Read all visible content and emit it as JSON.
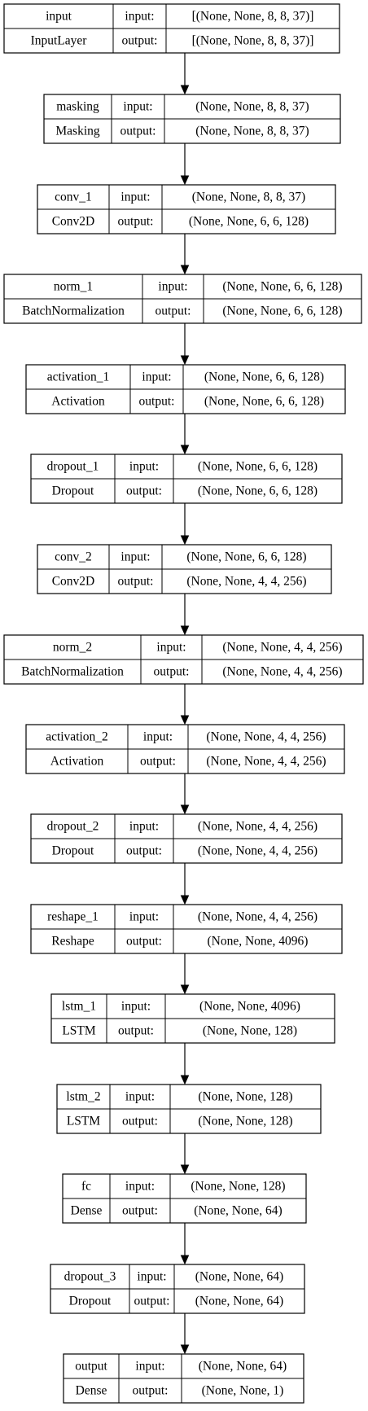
{
  "diagram": {
    "row_labels": {
      "input": "input:",
      "output": "output:"
    },
    "layers": [
      {
        "name": "input",
        "type": "InputLayer",
        "input_shape": "[(None, None, 8, 8, 37)]",
        "output_shape": "[(None, None, 8, 8, 37)]"
      },
      {
        "name": "masking",
        "type": "Masking",
        "input_shape": "(None, None, 8, 8, 37)",
        "output_shape": "(None, None, 8, 8, 37)"
      },
      {
        "name": "conv_1",
        "type": "Conv2D",
        "input_shape": "(None, None, 8, 8, 37)",
        "output_shape": "(None, None, 6, 6, 128)"
      },
      {
        "name": "norm_1",
        "type": "BatchNormalization",
        "input_shape": "(None, None, 6, 6, 128)",
        "output_shape": "(None, None, 6, 6, 128)"
      },
      {
        "name": "activation_1",
        "type": "Activation",
        "input_shape": "(None, None, 6, 6, 128)",
        "output_shape": "(None, None, 6, 6, 128)"
      },
      {
        "name": "dropout_1",
        "type": "Dropout",
        "input_shape": "(None, None, 6, 6, 128)",
        "output_shape": "(None, None, 6, 6, 128)"
      },
      {
        "name": "conv_2",
        "type": "Conv2D",
        "input_shape": "(None, None, 6, 6, 128)",
        "output_shape": "(None, None, 4, 4, 256)"
      },
      {
        "name": "norm_2",
        "type": "BatchNormalization",
        "input_shape": "(None, None, 4, 4, 256)",
        "output_shape": "(None, None, 4, 4, 256)"
      },
      {
        "name": "activation_2",
        "type": "Activation",
        "input_shape": "(None, None, 4, 4, 256)",
        "output_shape": "(None, None, 4, 4, 256)"
      },
      {
        "name": "dropout_2",
        "type": "Dropout",
        "input_shape": "(None, None, 4, 4, 256)",
        "output_shape": "(None, None, 4, 4, 256)"
      },
      {
        "name": "reshape_1",
        "type": "Reshape",
        "input_shape": "(None, None, 4, 4, 256)",
        "output_shape": "(None, None, 4096)"
      },
      {
        "name": "lstm_1",
        "type": "LSTM",
        "input_shape": "(None, None, 4096)",
        "output_shape": "(None, None, 128)"
      },
      {
        "name": "lstm_2",
        "type": "LSTM",
        "input_shape": "(None, None, 128)",
        "output_shape": "(None, None, 128)"
      },
      {
        "name": "fc",
        "type": "Dense",
        "input_shape": "(None, None, 128)",
        "output_shape": "(None, None, 64)"
      },
      {
        "name": "dropout_3",
        "type": "Dropout",
        "input_shape": "(None, None, 64)",
        "output_shape": "(None, None, 64)"
      },
      {
        "name": "output",
        "type": "Dense",
        "input_shape": "(None, None, 64)",
        "output_shape": "(None, None, 1)"
      }
    ]
  }
}
